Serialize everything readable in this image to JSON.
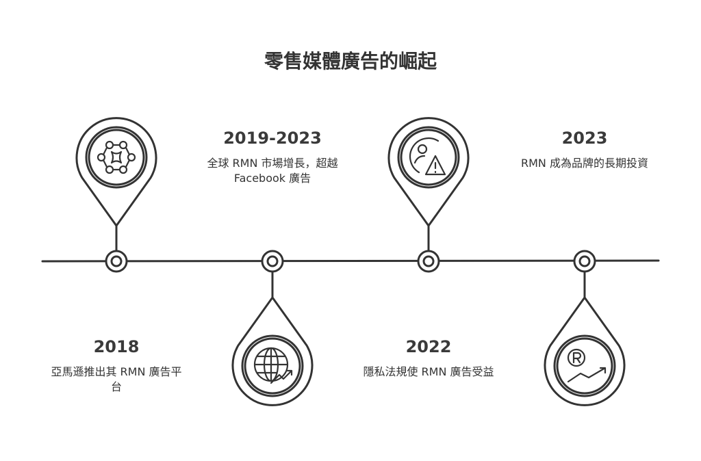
{
  "title": "零售媒體廣告的崛起",
  "events": [
    {
      "year": "2018",
      "desc": "亞馬遜推出其 RMN 廣告平台",
      "icon": "network-hub-icon"
    },
    {
      "year": "2019-2023",
      "desc": "全球 RMN 市場增長，超越 Facebook 廣告",
      "icon": "globe-growth-icon"
    },
    {
      "year": "2022",
      "desc": "隱私法規使 RMN 廣告受益",
      "icon": "user-warning-icon"
    },
    {
      "year": "2023",
      "desc": "RMN 成為品牌的長期投資",
      "icon": "registered-growth-icon"
    }
  ],
  "colors": {
    "stroke": "#333333",
    "background": "#ffffff"
  }
}
